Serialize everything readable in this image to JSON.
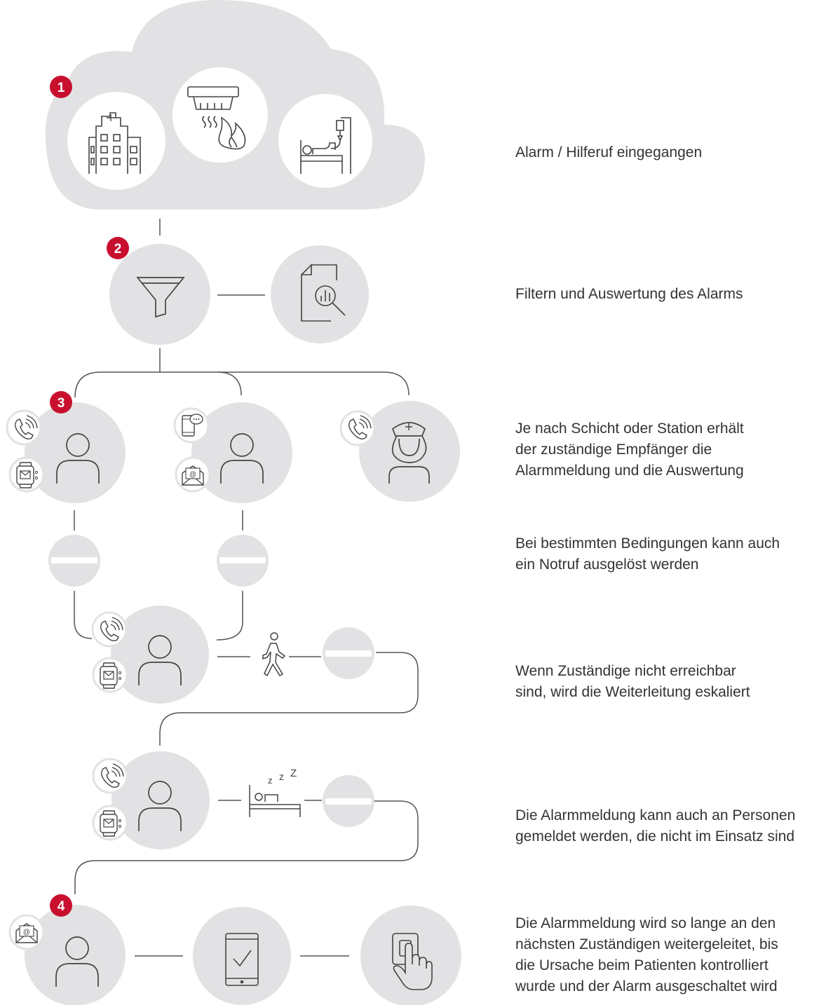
{
  "colors": {
    "background": "#ffffff",
    "shape_fill": "#e2e2e4",
    "icon_fill": "#ffffff",
    "line": "#555555",
    "icon_stroke": "#444444",
    "badge": "#c8102e",
    "badge_text": "#ffffff",
    "caption_text": "#333333"
  },
  "steps": [
    {
      "number": "1"
    },
    {
      "number": "2"
    },
    {
      "number": "3"
    },
    {
      "number": "4"
    }
  ],
  "captions": [
    {
      "lines": [
        "Alarm / Hilferuf eingegangen"
      ]
    },
    {
      "lines": [
        "Filtern und Auswertung des Alarms"
      ]
    },
    {
      "lines": [
        "Je nach Schicht oder Station erhält",
        "der zuständige Empfänger die",
        "Alarmmeldung und die Auswertung"
      ]
    },
    {
      "lines": [
        "Bei bestimmten Bedingungen kann auch",
        "ein Notruf ausgelöst werden"
      ]
    },
    {
      "lines": [
        "Wenn Zuständige nicht erreichbar",
        "sind, wird die Weiterleitung eskaliert"
      ]
    },
    {
      "lines": [
        "Die Alarmmeldung kann auch an Personen",
        "gemeldet werden, die nicht im Einsatz sind"
      ]
    },
    {
      "lines": [
        "Die Alarmmeldung wird so lange an den",
        "nächsten Zuständigen weitergeleitet, bis",
        "die Ursache beim Patienten kontrolliert",
        "wurde und der Alarm ausgeschaltet wird"
      ]
    }
  ],
  "icons": {
    "alarm_sources": [
      "hospital-building-icon",
      "smoke-detector-fire-icon",
      "patient-bed-iv-icon"
    ],
    "processing": [
      "filter-funnel-icon",
      "document-analysis-icon"
    ],
    "recipients": [
      "person-icon",
      "nurse-icon"
    ],
    "channels": [
      "phone-ringing-icon",
      "smartwatch-message-icon",
      "smartphone-chat-icon",
      "email-icon"
    ],
    "states": [
      "do-not-disturb-icon",
      "walking-person-icon",
      "sleeping-bed-icon"
    ],
    "resolution": [
      "tablet-check-icon",
      "finger-press-button-icon"
    ]
  }
}
